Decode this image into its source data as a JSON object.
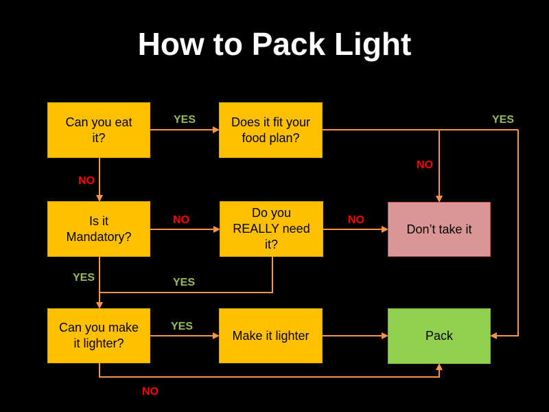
{
  "title": "How to Pack Light",
  "colors": {
    "background": "#000000",
    "decision_box": "#ffc000",
    "decision_border": "#e0a800",
    "dont_take": "#d99694",
    "dont_take_border": "#c0504d",
    "pack": "#92d050",
    "pack_border": "#77b03a",
    "connector": "#f79646",
    "yes_label": "#9bbb59",
    "no_label": "#ff0000"
  },
  "nodes": {
    "can_eat": "Can you eat\nit?",
    "fit_food_plan": "Does it fit your\nfood plan?",
    "mandatory": "Is it\nMandatory?",
    "really_need": "Do you\nREALLY need\nit?",
    "dont_take": "Don’t take it",
    "make_lighter_q": "Can you make\nit lighter?",
    "make_lighter": "Make it lighter",
    "pack": "Pack"
  },
  "edges": {
    "yes": "YES",
    "no": "NO"
  }
}
